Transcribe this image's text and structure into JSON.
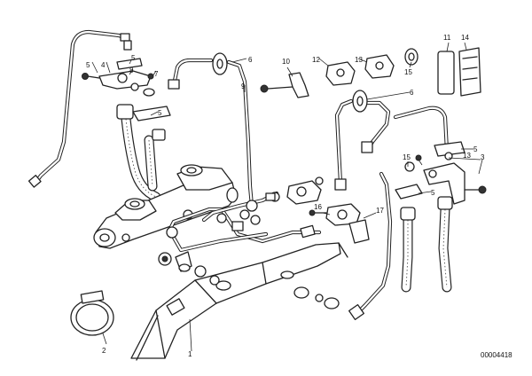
{
  "callouts": {
    "c1": "1",
    "c2": "2",
    "c3": "3",
    "c4": "4",
    "c5a": "5",
    "c5b": "5",
    "c5c": "5",
    "c5d": "5",
    "c5e": "5",
    "c6a": "6",
    "c6b": "6",
    "c7": "7",
    "c8": "8",
    "c9": "9",
    "c10": "10",
    "c11": "11",
    "c12": "12",
    "c13a": "13",
    "c13b": "13",
    "c14": "14",
    "c15a": "15",
    "c15b": "15",
    "c16": "16",
    "c17": "17"
  },
  "reference_number": "00004418"
}
